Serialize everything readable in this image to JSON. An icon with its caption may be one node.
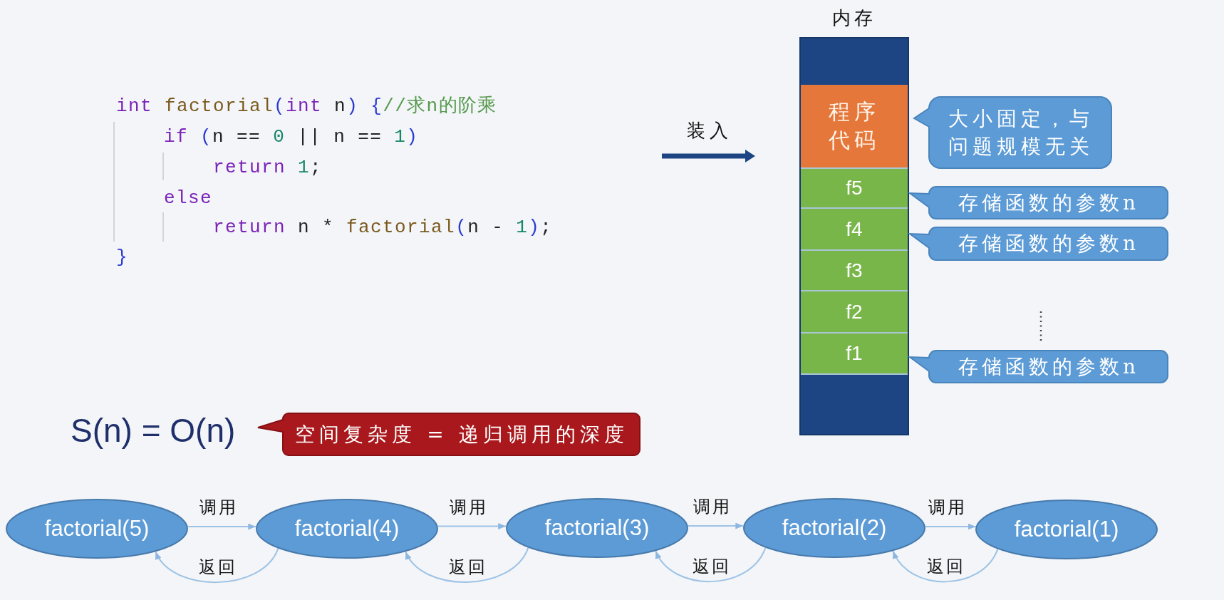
{
  "diagram": {
    "nodes": [
      {
        "text": [
          "内存"
        ]
      },
      {
        "text": [],
        "shape": "box",
        "in": 0
      },
      {
        "text": [
          "程序代码"
        ],
        "in": 0
      },
      {
        "text": [
          "f5"
        ],
        "in": 0
      },
      {
        "text": [
          "f4"
        ],
        "in": 0
      },
      {
        "text": [
          "f3"
        ],
        "in": 0
      },
      {
        "text": [
          "f2"
        ],
        "in": 0
      },
      {
        "text": [
          "f1"
        ],
        "in": 0
      },
      {
        "text": [],
        "shape": "box",
        "in": 0
      },
      {
        "text": [
          "大小固定，与问题规模无关"
        ]
      },
      {
        "text": [
          "存储函数的参数n"
        ]
      },
      {
        "text": [
          "存储函数的参数n"
        ]
      },
      {
        "text": [
          "存储函数的参数n"
        ]
      },
      {
        "text": [
          "空间复杂度 = 递归调用的深度"
        ]
      },
      {
        "text": [
          "factorial(5)"
        ]
      },
      {
        "text": [
          "factorial(4)"
        ]
      },
      {
        "text": [
          "factorial(3)"
        ]
      },
      {
        "text": [
          "factorial(2)"
        ]
      },
      {
        "text": [
          "factorial(1)"
        ]
      }
    ],
    "edges": [
      {
        "from": 14,
        "to": 15,
        "arrow": "to",
        "label": "调用"
      },
      {
        "from": 15,
        "to": 14,
        "arrow": "to",
        "label": "返回"
      },
      {
        "from": 15,
        "to": 16,
        "arrow": "to",
        "label": "调用"
      },
      {
        "from": 16,
        "to": 15,
        "arrow": "to",
        "label": "返回"
      },
      {
        "from": 16,
        "to": 17,
        "arrow": "to",
        "label": "调用"
      },
      {
        "from": 17,
        "to": 16,
        "arrow": "to",
        "label": "返回"
      },
      {
        "from": 17,
        "to": 18,
        "arrow": "to",
        "label": "调用"
      },
      {
        "from": 18,
        "to": 17,
        "arrow": "to",
        "label": "返回"
      }
    ],
    "labels": [
      "int factorial(int n) {//求n的阶乘",
      "if (n == 0 || n == 1)",
      "return 1;",
      "else",
      "return n * factorial(n - 1);",
      "}",
      "装入",
      "S(n) = O(n)"
    ]
  }
}
